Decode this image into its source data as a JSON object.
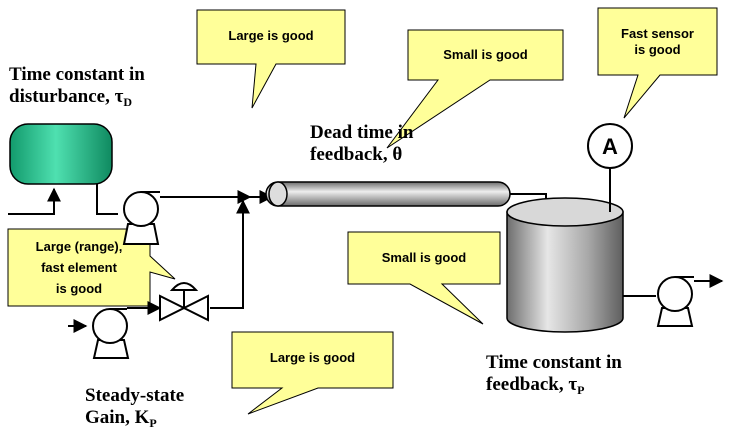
{
  "labels": {
    "disturbance_tc": {
      "line1": "Time constant in",
      "line2": "disturbance, ",
      "sym": "τ",
      "sub": "D"
    },
    "dead_time": {
      "line1": "Dead time in",
      "line2": "feedback, ",
      "sym": "θ"
    },
    "feedback_tc": {
      "line1": "Time constant in",
      "line2": "feedback, ",
      "sym": "τ",
      "sub": "P"
    },
    "gain": {
      "line1": "Steady-state",
      "line2": "Gain, ",
      "sym": "K",
      "sub": "P"
    },
    "analyzer": "A"
  },
  "callouts": {
    "disturbance": "Large is good",
    "dead_time": "Small is good",
    "sensor_l1": "Fast sensor",
    "sensor_l2": "is good",
    "final_element_l1": "Large (range),",
    "final_element_l2": "fast element",
    "final_element_l3": "is good",
    "feedback_tc": "Small is good",
    "gain": "Large is good"
  },
  "colors": {
    "callout_fill": "#ffff99",
    "disturbance_tank": "#1fbf8a",
    "pipe": "#9a9a9a",
    "vessel": "#8c8c8c"
  }
}
